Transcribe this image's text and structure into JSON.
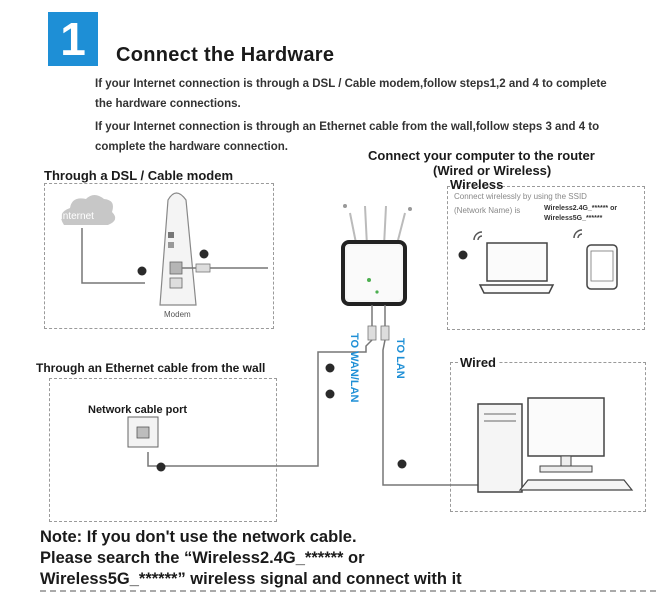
{
  "step": {
    "number": "1",
    "title": "Connect the Hardware"
  },
  "intro": {
    "line1": "If your Internet connection is through a DSL / Cable modem,follow steps1,2 and 4 to complete",
    "line2": "the hardware connections.",
    "line3": "If your Internet connection is through an Ethernet cable from the wall,follow steps 3 and 4 to",
    "line4": "complete the hardware connection."
  },
  "dsl": {
    "title": "Through a DSL / Cable modem",
    "internet": "Internet",
    "modem": "Modem"
  },
  "computer": {
    "title_line1": "Connect your computer to the router",
    "title_line2": "(Wired or Wireless)"
  },
  "wireless": {
    "title": "Wireless",
    "desc1": "Connect wirelessly by using the SSID",
    "desc2": "(Network Name) is",
    "ssid1": "Wireless2.4G_****** or",
    "ssid2": "Wireless5G_******"
  },
  "router": {
    "lan": "TO LAN",
    "wan": "TO WAN/LAN"
  },
  "ethernet": {
    "title": "Through an Ethernet cable from the wall",
    "port": "Network cable port"
  },
  "wired": {
    "title": "Wired"
  },
  "note": {
    "line1": "Note: If you don't use the network cable.",
    "line2": "Please search the “Wireless2.4G_****** or",
    "line3": "Wireless5G_******” wireless signal and connect with it"
  },
  "colors": {
    "accent": "#1e8fd6",
    "dash": "#9a9a9a"
  }
}
